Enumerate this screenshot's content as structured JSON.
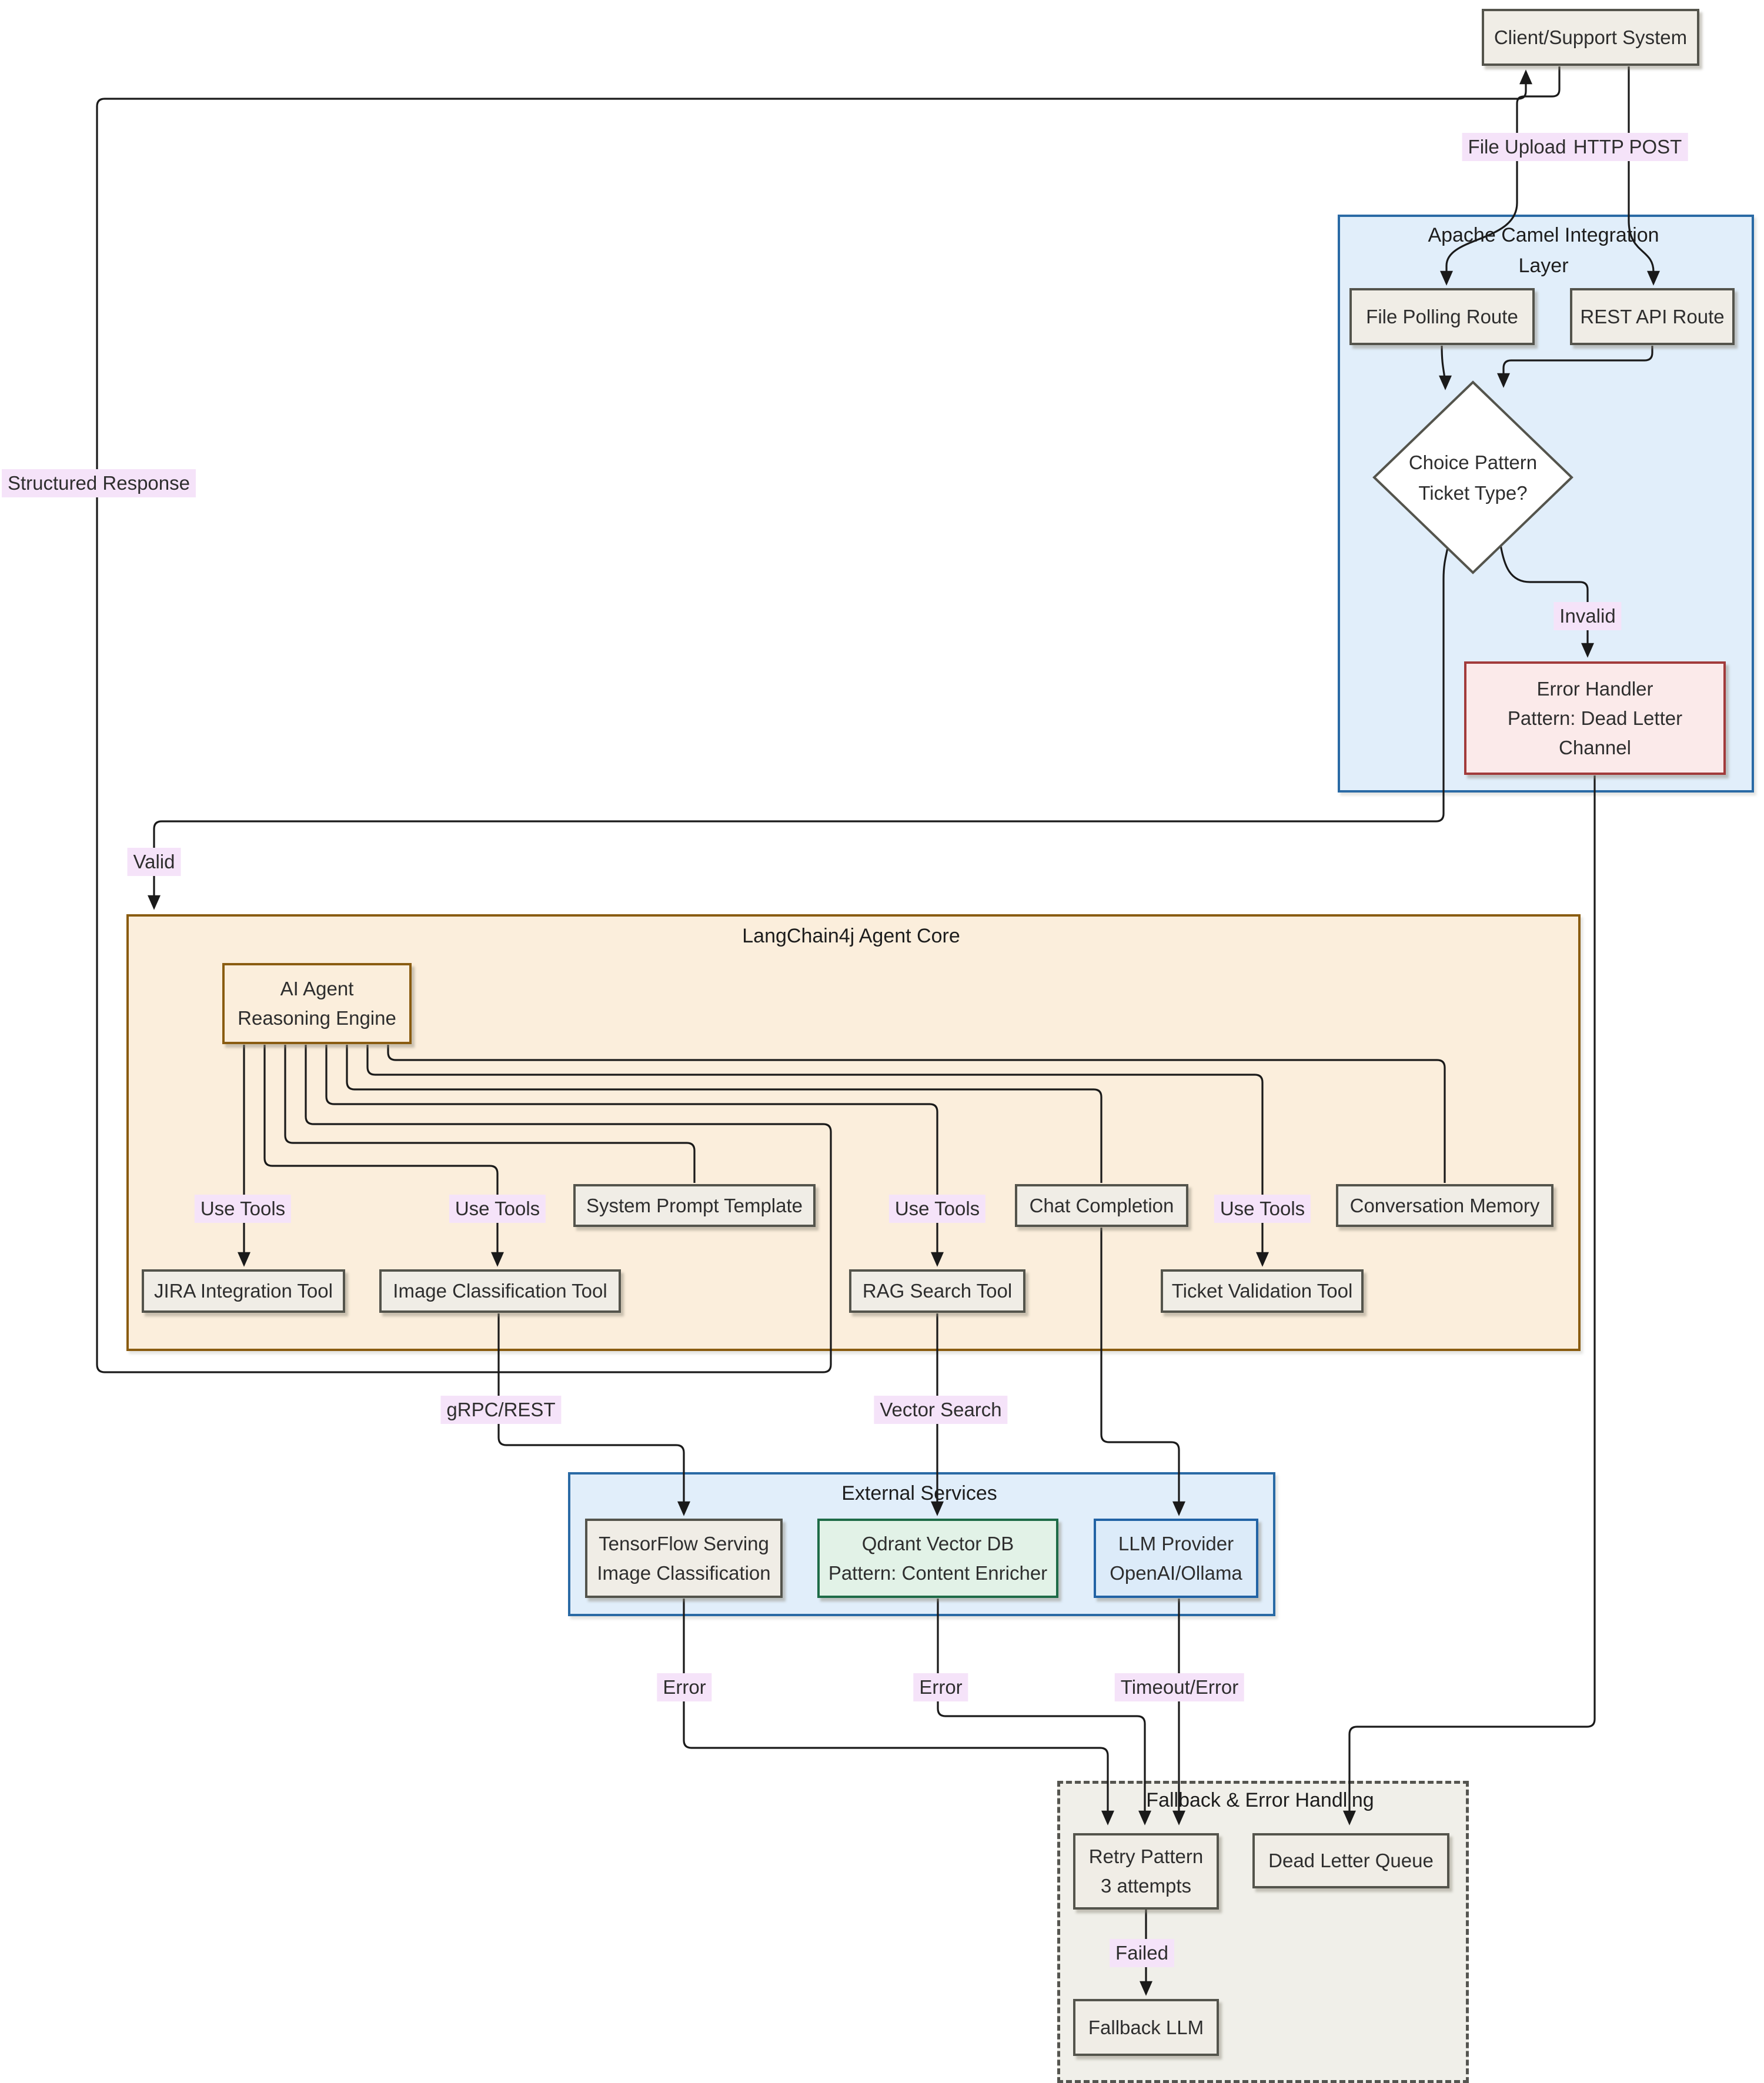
{
  "colors": {
    "node_fill": "#f0ede6",
    "node_border": "#54544c",
    "blue_container_fill": "#e1eefa",
    "blue_container_border": "#2a6aa5",
    "tan_container_fill": "#fbeedc",
    "tan_container_border": "#8a5c11",
    "error_node_fill": "#fbeaea",
    "error_node_border": "#a23b3b",
    "green_node_fill": "#e2f2e7",
    "green_node_border": "#1e6b47",
    "blue_node_fill": "#dcebf9",
    "blue_node_border": "#2263a5",
    "fallback_container_fill": "#f0efe9",
    "edge_label_bg": "#f5e3f9",
    "edge_color": "#1a1a1a",
    "diamond_fill": "#ffffff"
  },
  "containers": {
    "camel": {
      "title_line1": "Apache Camel Integration",
      "title_line2": "Layer"
    },
    "langchain": {
      "title": "LangChain4j Agent Core"
    },
    "external": {
      "title": "External Services"
    },
    "fallback": {
      "title": "Fallback & Error Handling"
    }
  },
  "nodes": {
    "client": {
      "label": "Client/Support System"
    },
    "file_polling": {
      "label": "File Polling Route"
    },
    "rest_api": {
      "label": "REST API Route"
    },
    "choice": {
      "line1": "Choice Pattern",
      "line2": "Ticket Type?"
    },
    "error_handler": {
      "line1": "Error Handler",
      "line2": "Pattern: Dead Letter",
      "line3": "Channel"
    },
    "ai_agent": {
      "line1": "AI Agent",
      "line2": "Reasoning Engine"
    },
    "system_prompt": {
      "label": "System Prompt Template"
    },
    "chat_completion": {
      "label": "Chat Completion"
    },
    "conversation_memory": {
      "label": "Conversation Memory"
    },
    "jira_tool": {
      "label": "JIRA Integration Tool"
    },
    "image_tool": {
      "label": "Image Classification Tool"
    },
    "rag_tool": {
      "label": "RAG Search Tool"
    },
    "ticket_tool": {
      "label": "Ticket Validation Tool"
    },
    "tensorflow": {
      "line1": "TensorFlow Serving",
      "line2": "Image Classification"
    },
    "qdrant": {
      "line1": "Qdrant Vector DB",
      "line2": "Pattern: Content Enricher"
    },
    "llm": {
      "line1": "LLM Provider",
      "line2": "OpenAI/Ollama"
    },
    "retry": {
      "line1": "Retry Pattern",
      "line2": "3 attempts"
    },
    "dead_letter_queue": {
      "label": "Dead Letter Queue"
    },
    "fallback_llm": {
      "label": "Fallback LLM"
    }
  },
  "edge_labels": {
    "file_upload": "File Upload",
    "http_post": "HTTP POST",
    "invalid": "Invalid",
    "valid": "Valid",
    "structured_response": "Structured Response",
    "use_tools": "Use Tools",
    "grpc_rest": "gRPC/REST",
    "vector_search": "Vector Search",
    "error": "Error",
    "timeout_error": "Timeout/Error",
    "failed": "Failed"
  }
}
